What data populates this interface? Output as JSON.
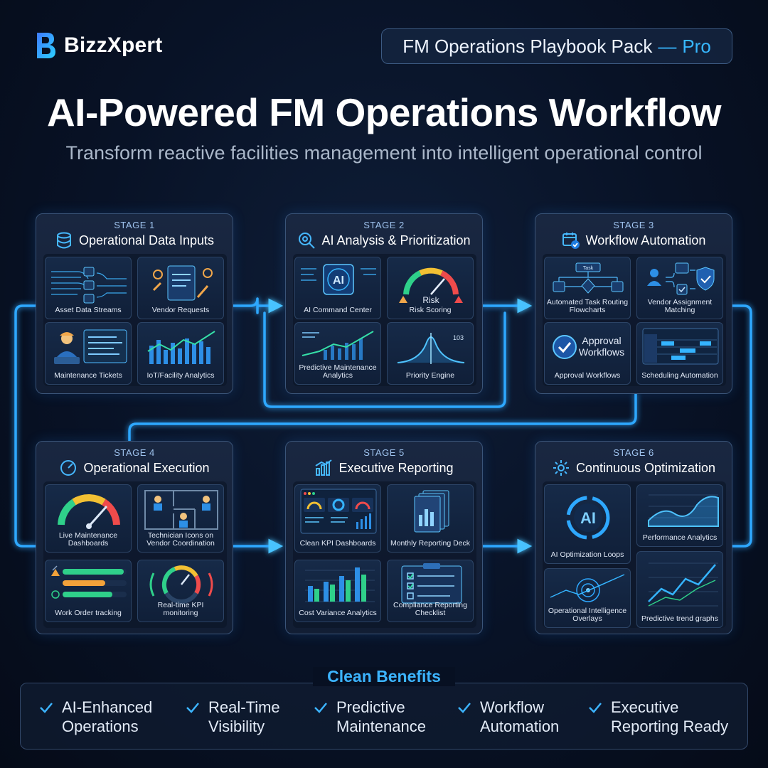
{
  "brand": {
    "name": "BizzXpert"
  },
  "pack": {
    "label": "FM Operations Playbook Pack",
    "dash": "—",
    "tier": "Pro"
  },
  "title": "AI-Powered FM Operations Workflow",
  "subtitle": "Transform reactive facilities management into intelligent operational control",
  "stages": [
    {
      "num": "STAGE 1",
      "title": "Operational Data Inputs",
      "icon": "database-icon",
      "tiles": [
        "Asset Data Streams",
        "Vendor Requests",
        "Maintenance Tickets",
        "IoT/Facility Analytics"
      ]
    },
    {
      "num": "STAGE 2",
      "title": "AI Analysis & Prioritization",
      "icon": "ai-search-icon",
      "tiles": [
        "AI Command Center",
        "Risk Scoring",
        "Predictive Maintenance Analytics",
        "Priority Engine"
      ],
      "tile_text": {
        "ai": "AI",
        "risk": "Risk",
        "priority_value": "103"
      }
    },
    {
      "num": "STAGE 3",
      "title": "Workflow Automation",
      "icon": "calendar-check-icon",
      "tiles": [
        "Automated Task Routing Flowcharts",
        "Vendor Assignment Matching",
        "Approval Workflows",
        "Scheduling Automation"
      ],
      "tile_text": {
        "task": "Task",
        "approval_line1": "Approval",
        "approval_line2": "Workflows"
      }
    },
    {
      "num": "STAGE 4",
      "title": "Operational Execution",
      "icon": "gauge-icon",
      "tiles": [
        "Live Maintenance Dashboards",
        "Technician Icons on Vendor Coordination",
        "Work Order tracking",
        "Real-time KPI monitoring"
      ]
    },
    {
      "num": "STAGE 5",
      "title": "Executive Reporting",
      "icon": "bar-chart-icon",
      "tiles": [
        "Clean KPI Dashboards",
        "Monthly Reporting Deck",
        "Cost Variance Analytics",
        "Compliance Reporting Checklist"
      ]
    },
    {
      "num": "STAGE 6",
      "title": "Continuous Optimization",
      "icon": "gear-cycle-icon",
      "tiles": [
        "AI Optimization Loops",
        "Performance Analytics",
        "Operational Intelligence Overlays",
        "Predictive trend graphs"
      ],
      "tile_text": {
        "ai": "AI"
      }
    }
  ],
  "benefits": {
    "title": "Clean Benefits",
    "items": [
      {
        "line1": "AI-Enhanced",
        "line2": "Operations"
      },
      {
        "line1": "Real-Time",
        "line2": "Visibility"
      },
      {
        "line1": "Predictive",
        "line2": "Maintenance"
      },
      {
        "line1": "Workflow",
        "line2": "Automation"
      },
      {
        "line1": "Executive",
        "line2": "Reporting Ready"
      }
    ]
  },
  "colors": {
    "accent": "#37b7ff",
    "glow": "#2ea8ff",
    "background": "#081226"
  }
}
